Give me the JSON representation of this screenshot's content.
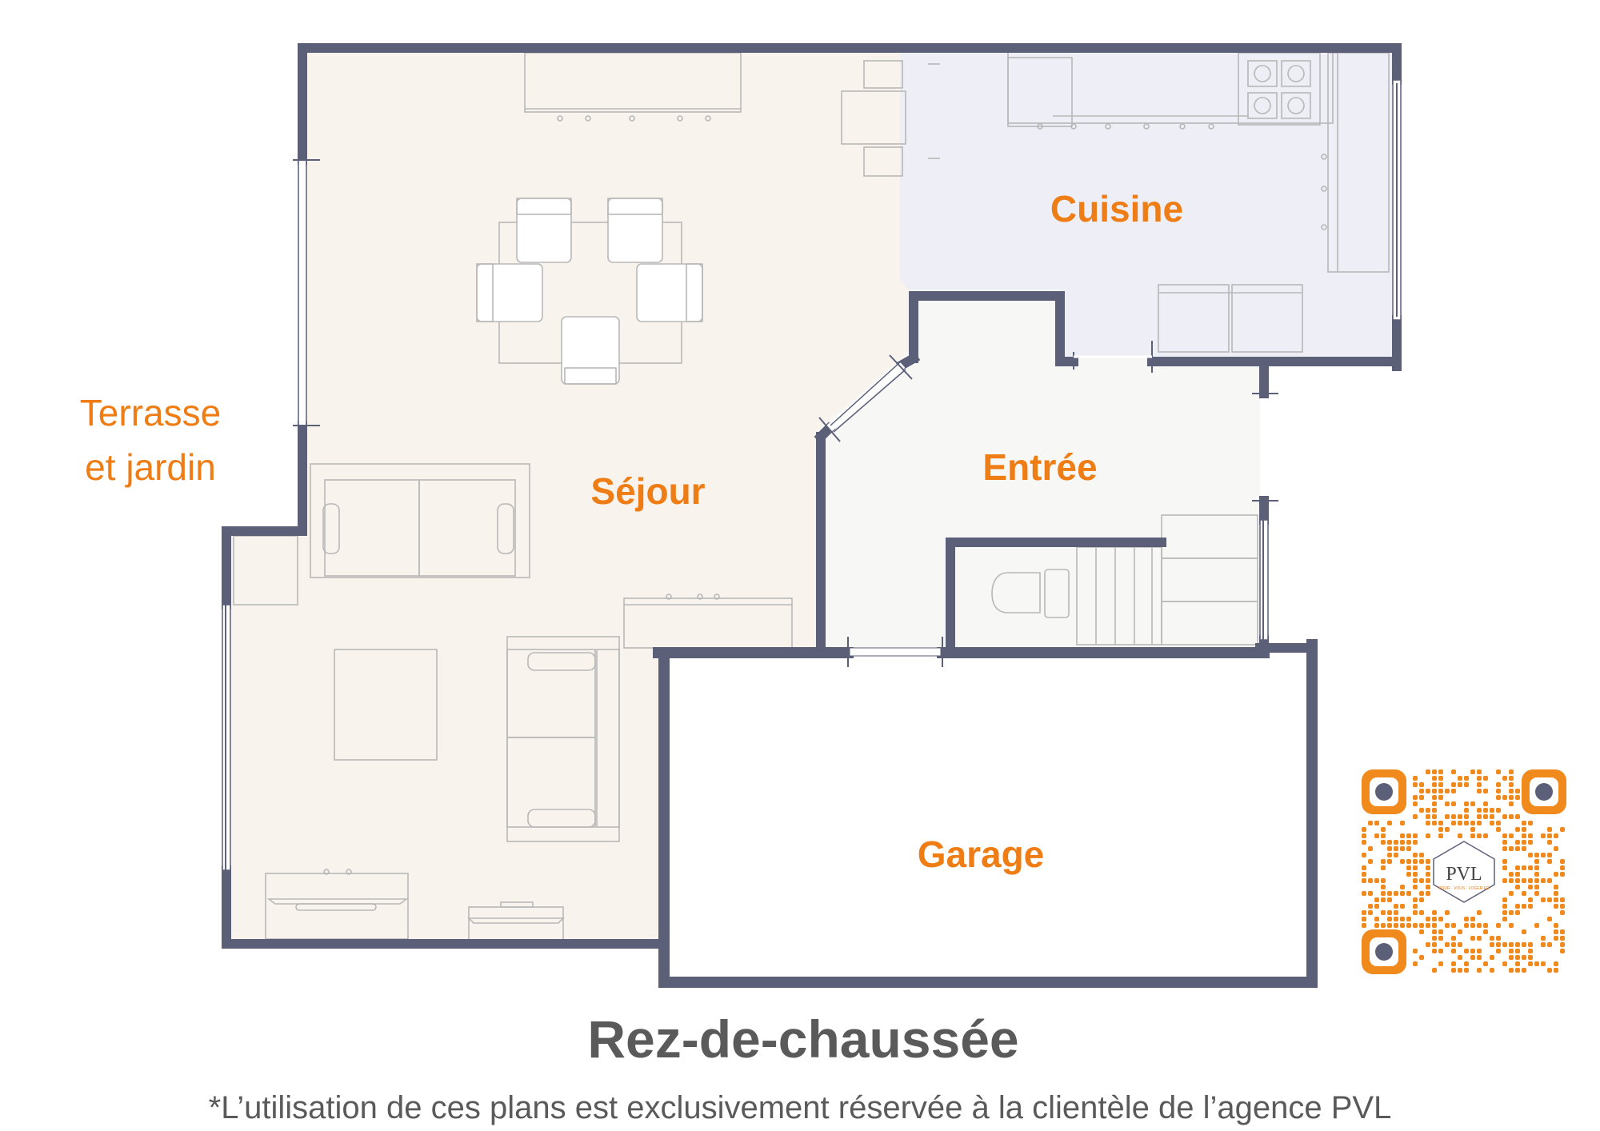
{
  "plan": {
    "title": "Rez-de-chaussée",
    "disclaimer": "*L’utilisation de ces plans est exclusivement réservée à la clientèle de l’agence PVL",
    "exterior_label_line1": "Terrasse",
    "exterior_label_line2": "et jardin",
    "rooms": {
      "cuisine": "Cuisine",
      "sejour": "Séjour",
      "entree": "Entrée",
      "garage": "Garage"
    }
  },
  "logo": {
    "text": "PVL",
    "subtitle": "POUR · VOUS · LOGER·ER"
  },
  "colors": {
    "wall": "#5b5f78",
    "accent_orange": "#ef7d16",
    "sejour_fill": "#f9f3ee",
    "cuisine_fill": "#eeeef6",
    "entree_fill": "#f7f7f6",
    "title_grey": "#5a5a5a",
    "furniture_line": "#b8b8b8"
  }
}
